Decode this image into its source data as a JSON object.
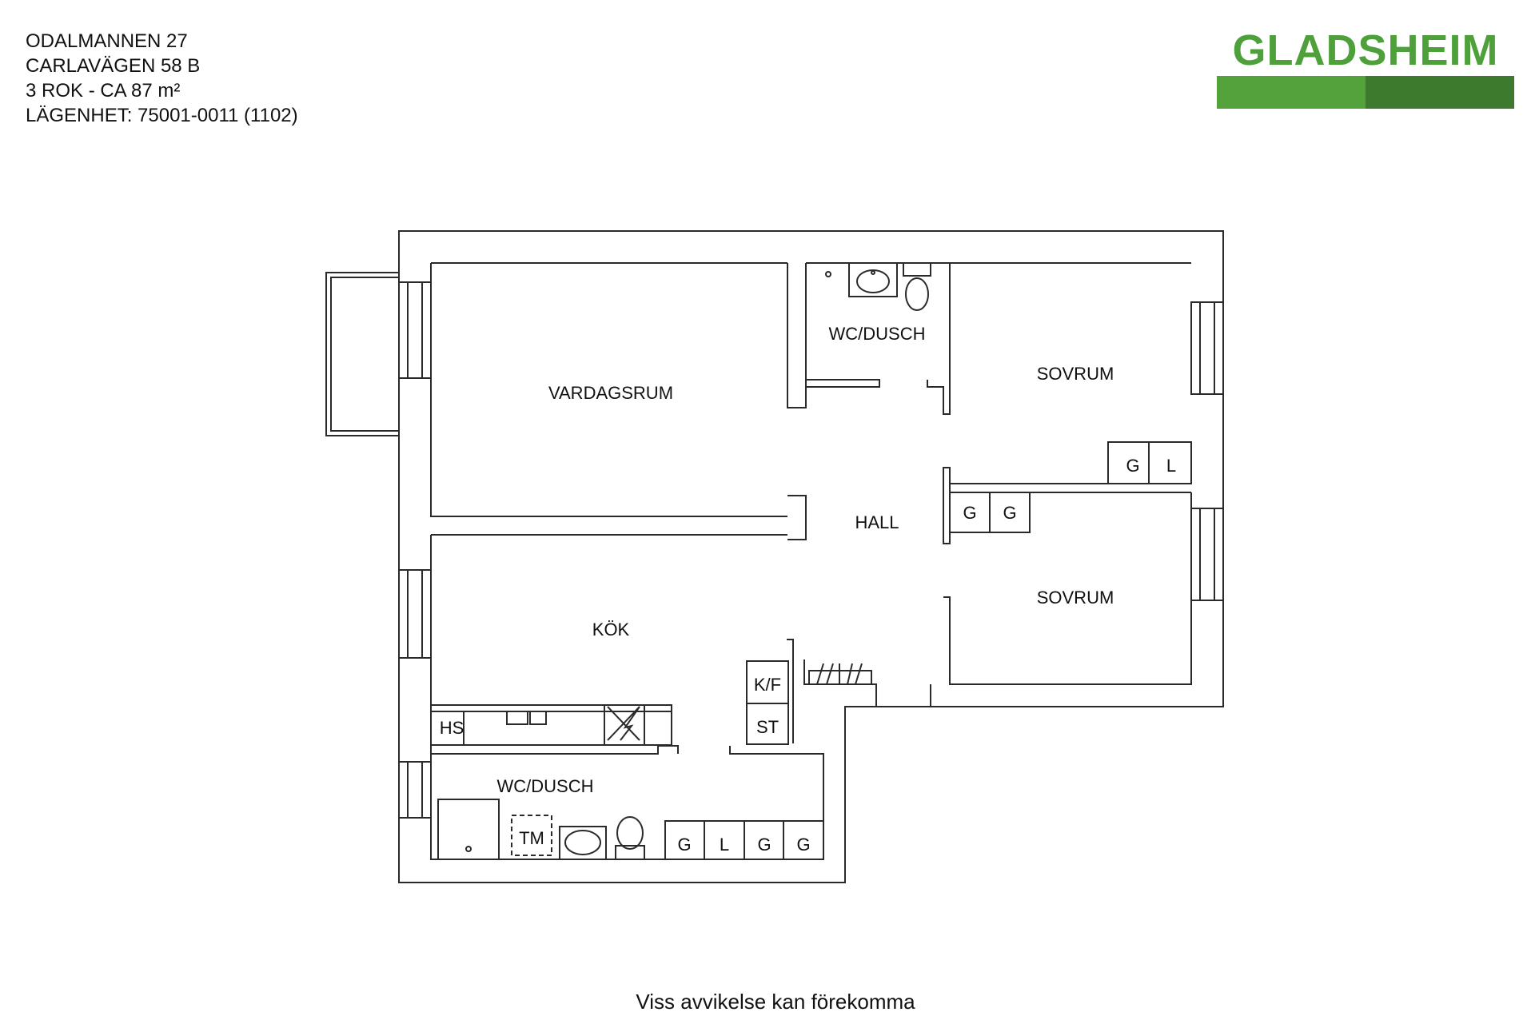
{
  "header": {
    "line1": "ODALMANNEN 27",
    "line2": "CARLAVÄGEN 58 B",
    "line3": "3 ROK - CA 87 m²",
    "line4": "LÄGENHET:  75001-0011 (1102)"
  },
  "logo": {
    "text": "GLADSHEIM",
    "color_text": "#4ea13a",
    "color_bar_light": "#53a23b",
    "color_bar_dark": "#3d7a2e"
  },
  "rooms": {
    "vardagsrum": "VARDAGSRUM",
    "wc_dusch_top": "WC/DUSCH",
    "sovrum_top": "SOVRUM",
    "hall": "HALL",
    "sovrum_bottom": "SOVRUM",
    "kok": "KÖK",
    "wc_dusch_bottom": "WC/DUSCH"
  },
  "fixtures": {
    "sovrum_top_g": "G",
    "sovrum_top_l": "L",
    "hall_g1": "G",
    "hall_g2": "G",
    "kf": "K/F",
    "st": "ST",
    "hs": "HS",
    "tm": "TM",
    "bottom_g1": "G",
    "bottom_l": "L",
    "bottom_g2": "G",
    "bottom_g3": "G"
  },
  "footer": {
    "note": "Viss avvikelse kan förekomma"
  },
  "colors": {
    "line": "#2a2a2a",
    "background": "#ffffff"
  }
}
